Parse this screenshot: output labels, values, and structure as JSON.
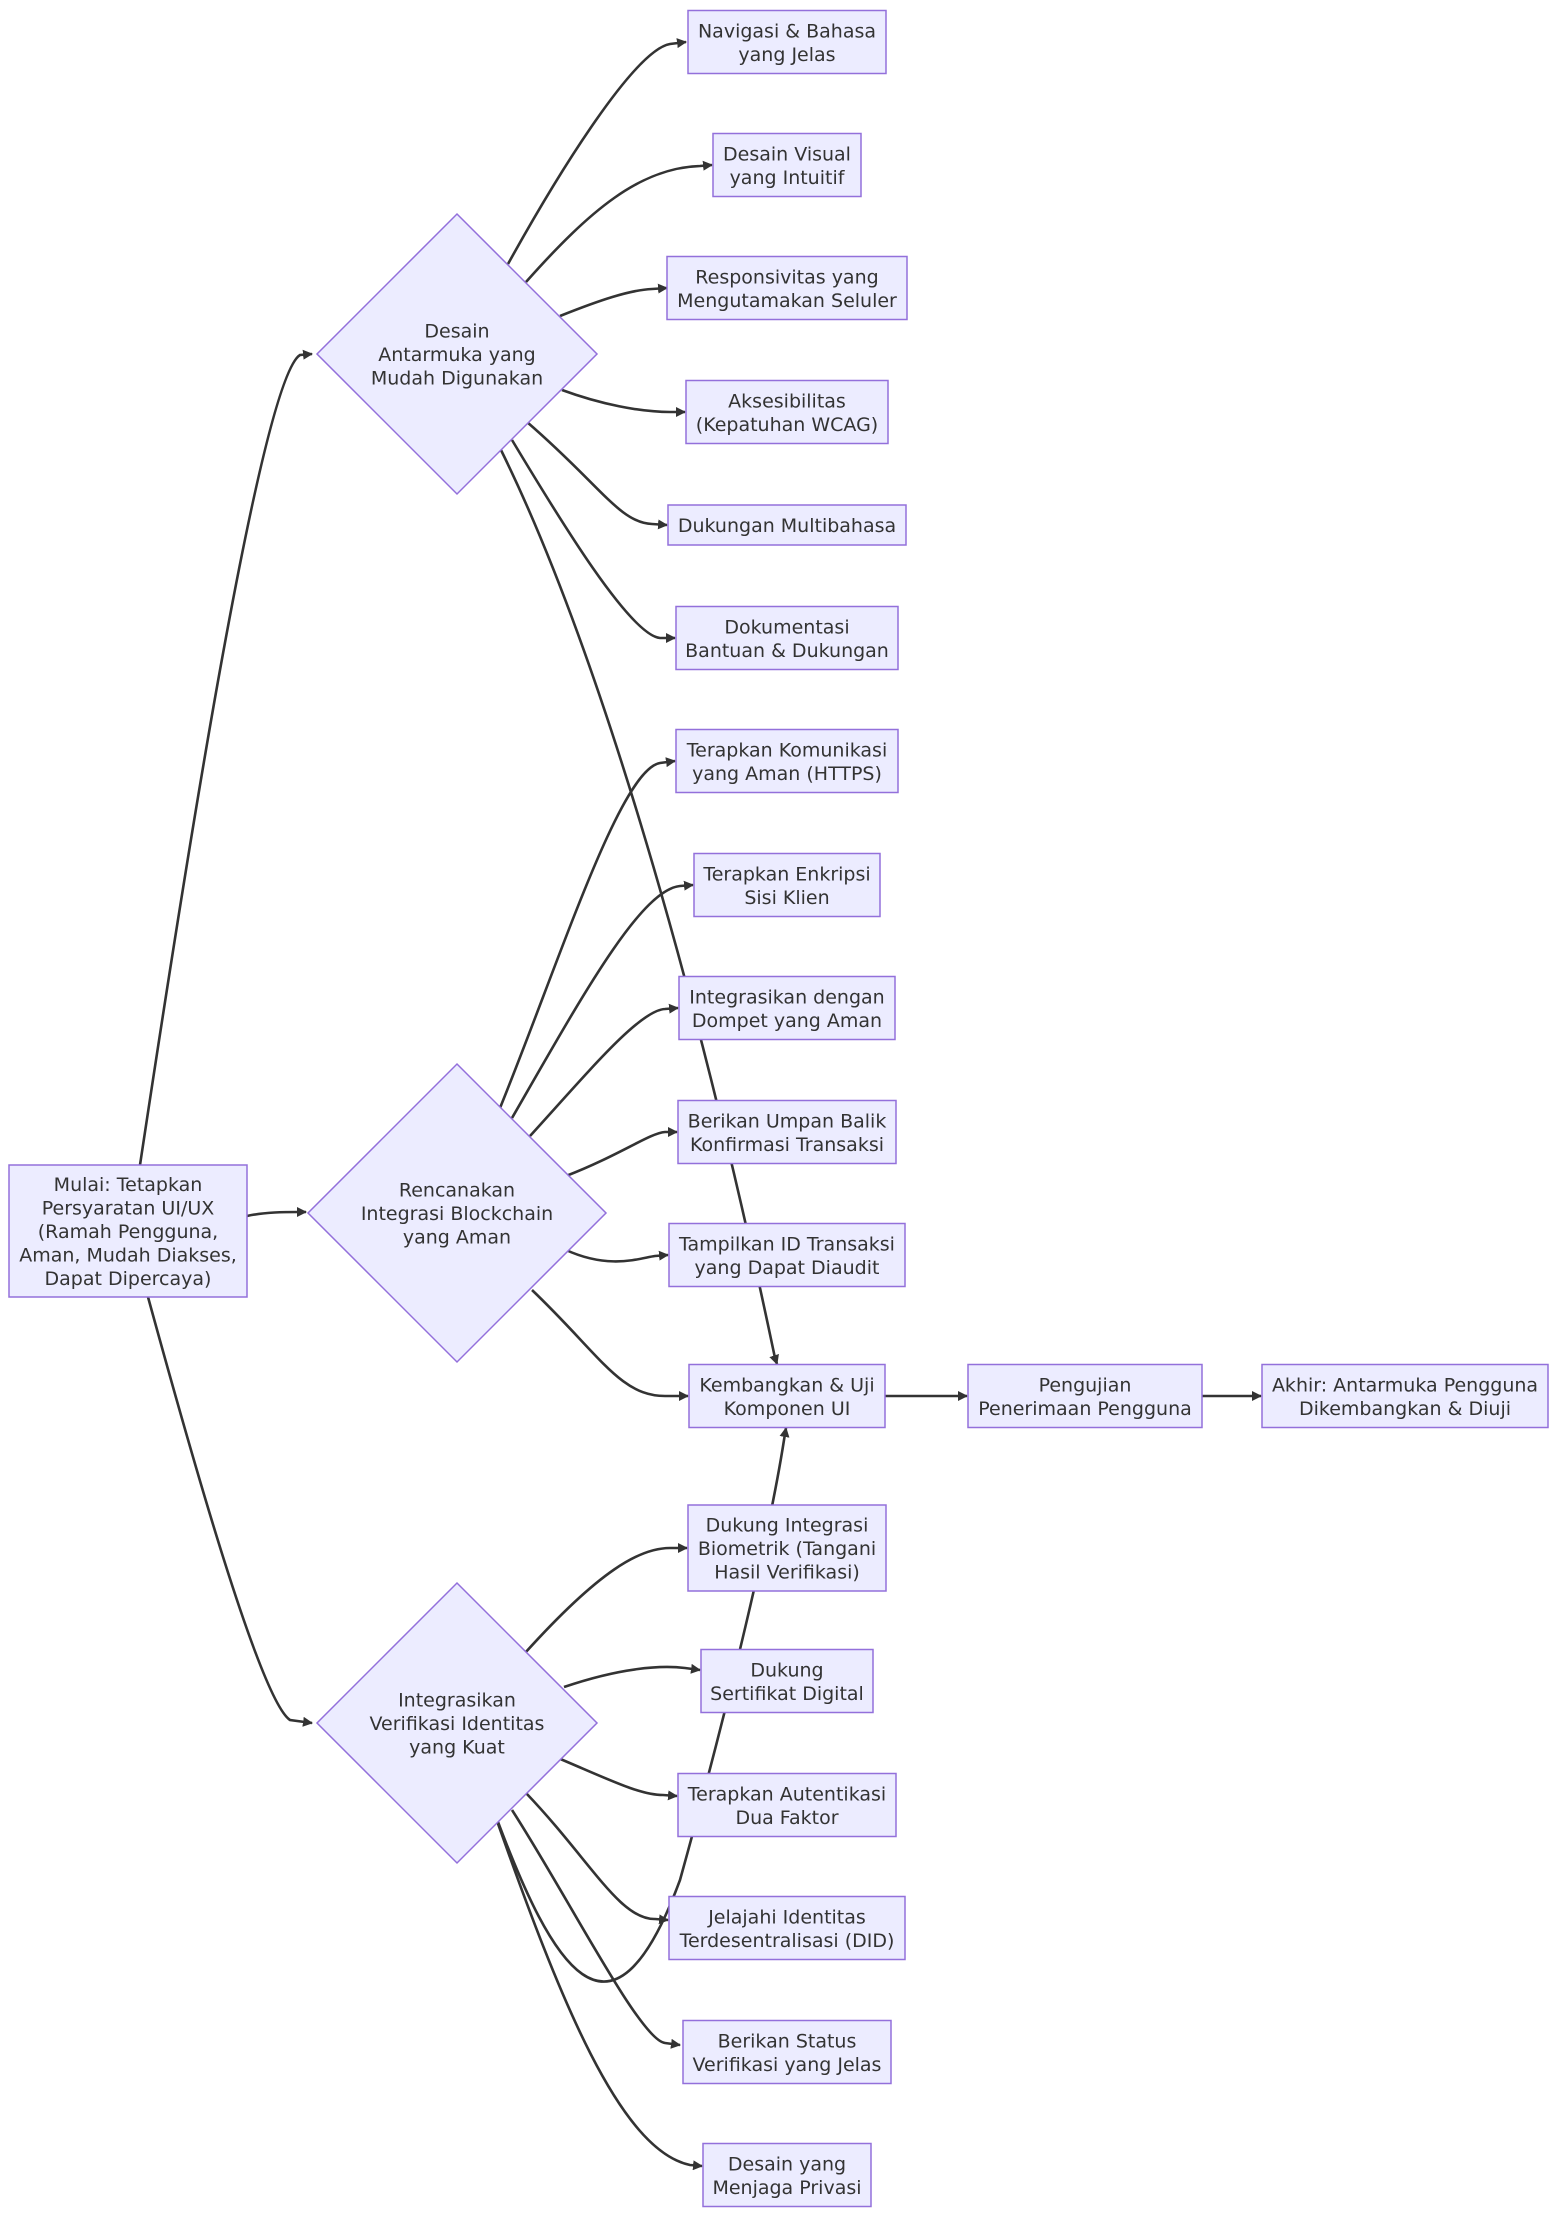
{
  "colors": {
    "node_fill": "#ECECFF",
    "node_stroke": "#9370DB",
    "edge": "#333333",
    "text": "#333333"
  },
  "nodes": {
    "start": {
      "shape": "rect",
      "lines": [
        "Mulai: Tetapkan",
        "Persyaratan UI/UX",
        "(Ramah Pengguna,",
        "Aman, Mudah Diakses,",
        "Dapat Dipercaya)"
      ]
    },
    "ui": {
      "shape": "diamond",
      "lines": [
        "Desain",
        "Antarmuka yang",
        "Mudah Digunakan"
      ]
    },
    "bc": {
      "shape": "diamond",
      "lines": [
        "Rencanakan",
        "Integrasi Blockchain",
        "yang Aman"
      ]
    },
    "id": {
      "shape": "diamond",
      "lines": [
        "Integrasikan",
        "Verifikasi Identitas",
        "yang Kuat"
      ]
    },
    "nav": {
      "shape": "rect",
      "lines": [
        "Navigasi & Bahasa",
        "yang Jelas"
      ]
    },
    "visual": {
      "shape": "rect",
      "lines": [
        "Desain Visual",
        "yang Intuitif"
      ]
    },
    "mobile": {
      "shape": "rect",
      "lines": [
        "Responsivitas yang",
        "Mengutamakan Seluler"
      ]
    },
    "a11y": {
      "shape": "rect",
      "lines": [
        "Aksesibilitas",
        "(Kepatuhan WCAG)"
      ]
    },
    "multilang": {
      "shape": "rect",
      "lines": [
        "Dukungan Multibahasa"
      ]
    },
    "docs": {
      "shape": "rect",
      "lines": [
        "Dokumentasi",
        "Bantuan & Dukungan"
      ]
    },
    "https": {
      "shape": "rect",
      "lines": [
        "Terapkan Komunikasi",
        "yang Aman (HTTPS)"
      ]
    },
    "encrypt": {
      "shape": "rect",
      "lines": [
        "Terapkan Enkripsi",
        "Sisi Klien"
      ]
    },
    "wallet": {
      "shape": "rect",
      "lines": [
        "Integrasikan dengan",
        "Dompet yang Aman"
      ]
    },
    "feedback": {
      "shape": "rect",
      "lines": [
        "Berikan Umpan Balik",
        "Konfirmasi Transaksi"
      ]
    },
    "txid": {
      "shape": "rect",
      "lines": [
        "Tampilkan ID Transaksi",
        "yang Dapat Diaudit"
      ]
    },
    "dev": {
      "shape": "rect",
      "lines": [
        "Kembangkan & Uji",
        "Komponen UI"
      ]
    },
    "uat": {
      "shape": "rect",
      "lines": [
        "Pengujian",
        "Penerimaan Pengguna"
      ]
    },
    "end": {
      "shape": "rect",
      "lines": [
        "Akhir: Antarmuka Pengguna",
        "Dikembangkan & Diuji"
      ]
    },
    "bio": {
      "shape": "rect",
      "lines": [
        "Dukung Integrasi",
        "Biometrik (Tangani",
        "Hasil Verifikasi)"
      ]
    },
    "cert": {
      "shape": "rect",
      "lines": [
        "Dukung",
        "Sertifikat Digital"
      ]
    },
    "twofa": {
      "shape": "rect",
      "lines": [
        "Terapkan Autentikasi",
        "Dua Faktor"
      ]
    },
    "did": {
      "shape": "rect",
      "lines": [
        "Jelajahi Identitas",
        "Terdesentralisasi (DID)"
      ]
    },
    "status": {
      "shape": "rect",
      "lines": [
        "Berikan Status",
        "Verifikasi yang Jelas"
      ]
    },
    "privacy": {
      "shape": "rect",
      "lines": [
        "Desain yang",
        "Menjaga Privasi"
      ]
    }
  },
  "edges": [
    [
      "start",
      "ui"
    ],
    [
      "start",
      "bc"
    ],
    [
      "start",
      "id"
    ],
    [
      "ui",
      "nav"
    ],
    [
      "ui",
      "visual"
    ],
    [
      "ui",
      "mobile"
    ],
    [
      "ui",
      "a11y"
    ],
    [
      "ui",
      "multilang"
    ],
    [
      "ui",
      "docs"
    ],
    [
      "ui",
      "dev"
    ],
    [
      "bc",
      "https"
    ],
    [
      "bc",
      "encrypt"
    ],
    [
      "bc",
      "wallet"
    ],
    [
      "bc",
      "feedback"
    ],
    [
      "bc",
      "txid"
    ],
    [
      "bc",
      "dev"
    ],
    [
      "id",
      "bio"
    ],
    [
      "id",
      "cert"
    ],
    [
      "id",
      "twofa"
    ],
    [
      "id",
      "did"
    ],
    [
      "id",
      "status"
    ],
    [
      "id",
      "privacy"
    ],
    [
      "id",
      "dev"
    ],
    [
      "dev",
      "uat"
    ],
    [
      "uat",
      "end"
    ]
  ]
}
